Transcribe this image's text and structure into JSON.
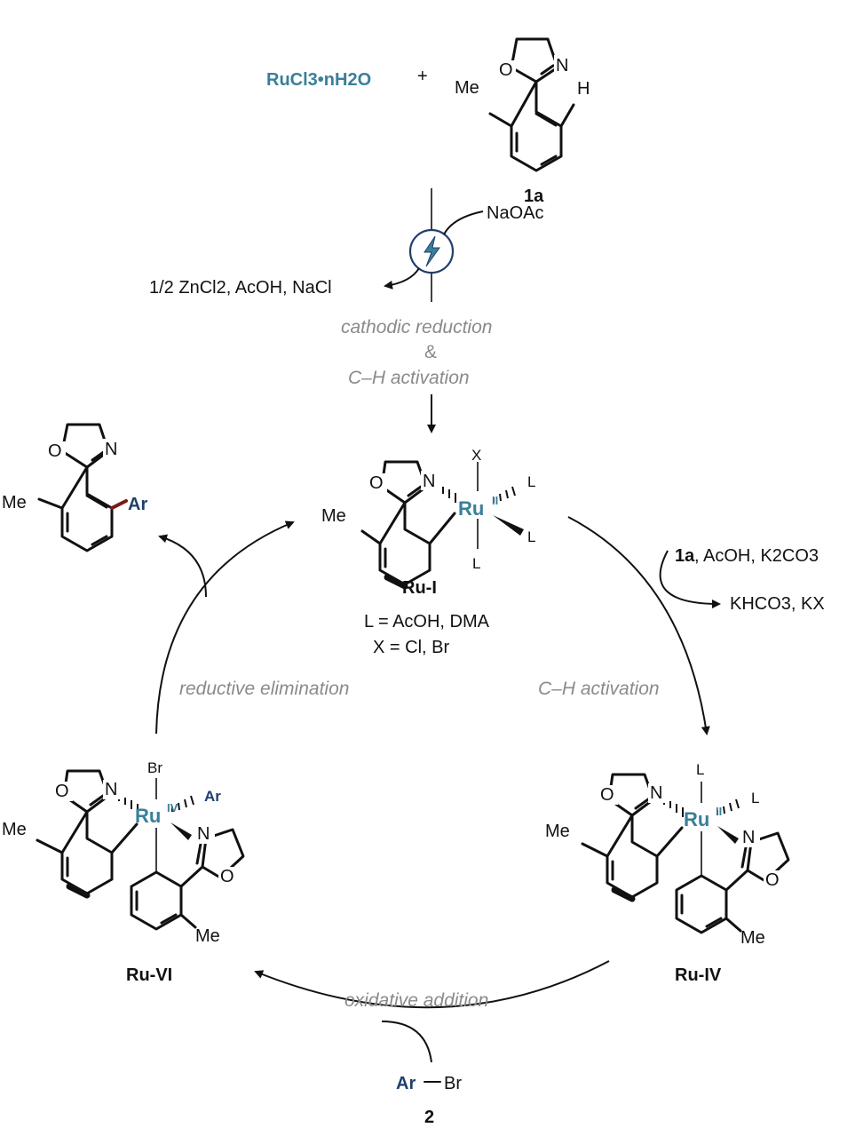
{
  "reactants": {
    "ru_salt": "RuCl3•nH2O",
    "plus": "+",
    "substituent_me": "Me",
    "h_atom": "H",
    "compound_label": "1a"
  },
  "electrochem": {
    "naoac": "NaOAc",
    "byproducts": "1/2 ZnCl2, AcOH, NaCl",
    "step_line1": "cathodic reduction",
    "step_line2": "&",
    "step_line3": "C–H activation"
  },
  "ru_i": {
    "label": "Ru-I",
    "metal": "Ru",
    "oxidation": "II",
    "x_ligand": "X",
    "l_ligand": "L",
    "me": "Me",
    "def_l": "L = AcOH, DMA",
    "def_x": "X = Cl, Br"
  },
  "product": {
    "me": "Me",
    "ar": "Ar"
  },
  "ch_activation": {
    "reagents_1a": "1a",
    "reagents_rest": ", AcOH, K2CO3",
    "byproducts": "KHCO3, KX",
    "label": "C–H activation"
  },
  "reductive_elimination": {
    "label": "reductive elimination"
  },
  "ru_iv": {
    "label": "Ru-IV",
    "metal": "Ru",
    "oxidation": "II",
    "l_ligand": "L",
    "me": "Me"
  },
  "ru_vi": {
    "label": "Ru-VI",
    "metal": "Ru",
    "oxidation": "IV",
    "br": "Br",
    "ar": "Ar",
    "me": "Me"
  },
  "oxidative_addition": {
    "label": "oxidative addition"
  },
  "aryl_bromide": {
    "ar": "Ar",
    "br": "Br",
    "label": "2"
  },
  "atoms": {
    "o": "O",
    "n": "N"
  },
  "colors": {
    "ruthenium": "#3a7f99",
    "aryl": "#1f3f6d",
    "step_text": "#8a8a8a",
    "new_bond": "#7a1a1a"
  }
}
